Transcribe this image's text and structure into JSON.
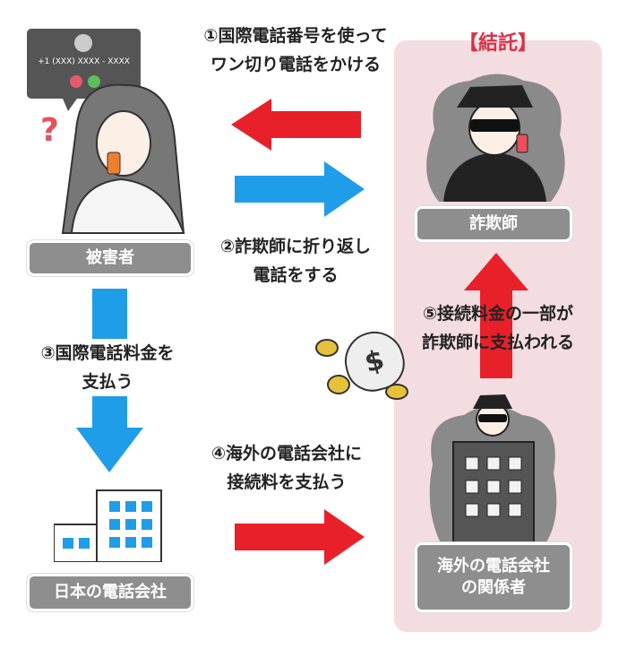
{
  "colors": {
    "red": "#e8202a",
    "blue": "#1f9de8",
    "pink_panel": "#f3dde0",
    "label_gray": "#8e8e8e",
    "accent_red": "#d6324a"
  },
  "collusion_label": "【結託】",
  "phone_bubble": {
    "number": "+1 (XXX) XXXX - XXXX",
    "icons": [
      "user-avatar-icon",
      "decline-call-icon",
      "accept-call-icon"
    ]
  },
  "question_mark": "?",
  "labels": {
    "victim": "被害者",
    "fraudster": "詐欺師",
    "japan_carrier": "日本の電話会社",
    "overseas_carrier_line1": "海外の電話会社",
    "overseas_carrier_line2": "の関係者"
  },
  "steps": {
    "s1": [
      "①国際電話番号を使って",
      "ワン切り電話をかける"
    ],
    "s2": [
      "②詐欺師に折り返し",
      "電話をする"
    ],
    "s3": [
      "③国際電話料金を",
      "支払う"
    ],
    "s4": [
      "④海外の電話会社に",
      "接続料を支払う"
    ],
    "s5": [
      "⑤接続料金の一部が",
      "詐欺師に支払われる"
    ]
  },
  "money_symbol": "$"
}
